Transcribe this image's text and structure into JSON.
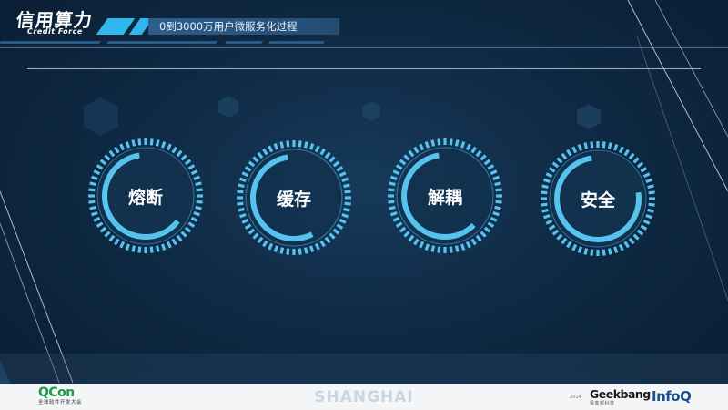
{
  "logo": {
    "main": "信用算力",
    "sub": "Credit Force"
  },
  "header": {
    "title": "0到3000万用户微服务化过程"
  },
  "items": [
    {
      "label": "熔断",
      "arc_fraction": 0.62
    },
    {
      "label": "缓存",
      "arc_fraction": 0.55
    },
    {
      "label": "解耦",
      "arc_fraction": 0.6
    },
    {
      "label": "安全",
      "arc_fraction": 0.75
    }
  ],
  "footer": {
    "qcon_main": "QCon",
    "qcon_sub": "全球软件开发大会",
    "city": "SHANGHAI",
    "geek_tag": "2014",
    "geek_main": "Geekbang",
    "geek_sub": "极客邦科技",
    "infoq": "InfoQ"
  },
  "colors": {
    "accent": "#2fb7ee",
    "ring": "#55c3ee",
    "background": "#0f2a45"
  }
}
